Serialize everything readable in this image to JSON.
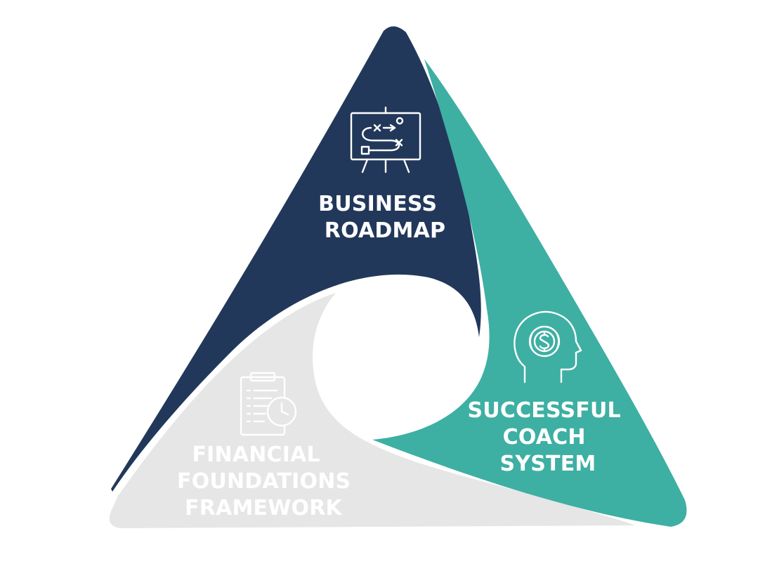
{
  "diagram": {
    "segments": [
      {
        "id": "business-roadmap",
        "lines": [
          "BUSINESS",
          "ROADMAP"
        ],
        "color": "#22385a",
        "text_color": "#ffffff",
        "icon": "strategy-board-icon"
      },
      {
        "id": "successful-coach-system",
        "lines": [
          "SUCCESSFUL",
          "COACH",
          "SYSTEM"
        ],
        "color": "#3eafa3",
        "text_color": "#ffffff",
        "icon": "head-dollar-icon"
      },
      {
        "id": "financial-foundations-framework",
        "lines": [
          "FINANCIAL",
          "FOUNDATIONS",
          "FRAMEWORK"
        ],
        "color": "#e6e6e6",
        "text_color": "#ffffff",
        "icon": "clipboard-clock-icon"
      }
    ],
    "background": "#ffffff"
  }
}
